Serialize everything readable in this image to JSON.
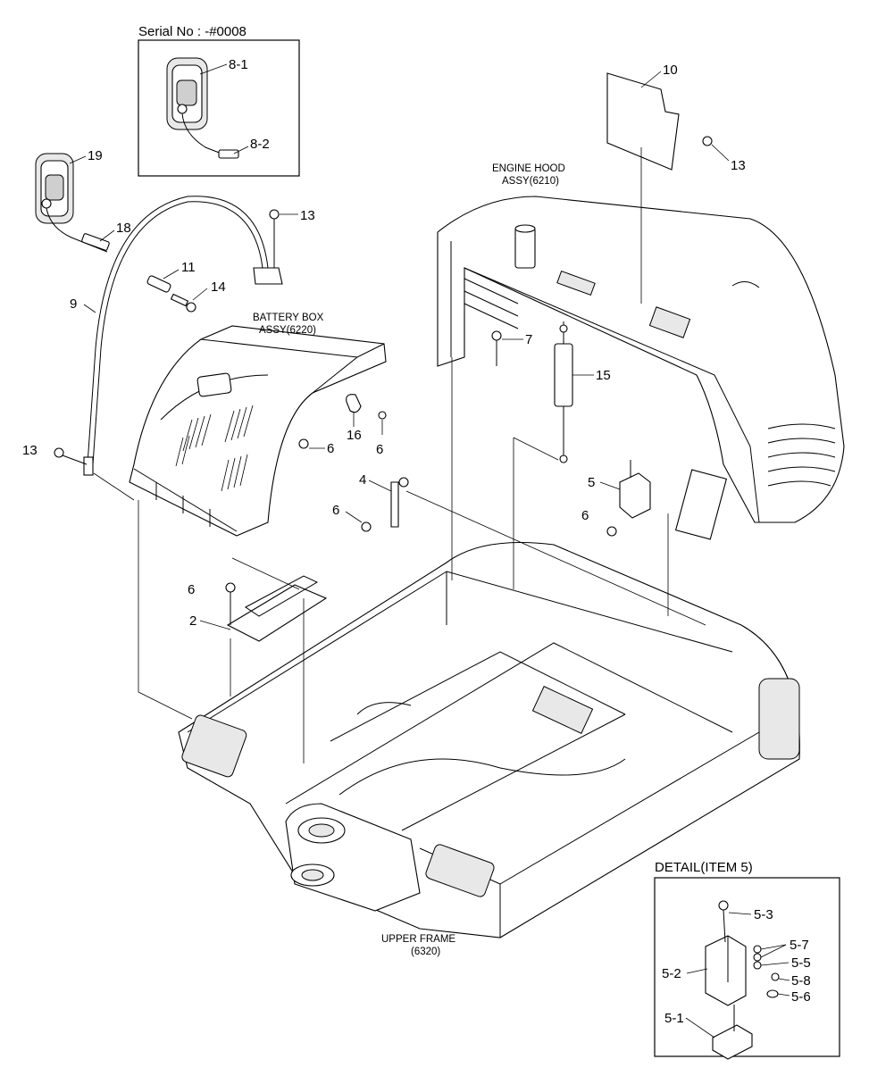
{
  "serial_box": {
    "title": "Serial No : -#0008",
    "labels": [
      "8-1",
      "8-2"
    ]
  },
  "detail_box": {
    "title": "DETAIL(ITEM 5)",
    "labels": [
      "5-3",
      "5-7",
      "5-5",
      "5-8",
      "5-2",
      "5-6",
      "5-1"
    ]
  },
  "assemblies": {
    "engine_hood": [
      "ENGINE HOOD",
      "ASSY(6210)"
    ],
    "battery_box": [
      "BATTERY BOX",
      "ASSY(6220)"
    ],
    "upper_frame": [
      "UPPER FRAME",
      "(6320)"
    ]
  },
  "callouts": {
    "c19": "19",
    "c18": "18",
    "c11": "11",
    "c14": "14",
    "c9": "9",
    "c13a": "13",
    "c13b": "13",
    "c13c": "13",
    "c10": "10",
    "c7": "7",
    "c15": "15",
    "c16": "16",
    "c6a": "6",
    "c6b": "6",
    "c6c": "6",
    "c6d": "6",
    "c6e": "6",
    "c4": "4",
    "c5": "5",
    "c2": "2"
  }
}
